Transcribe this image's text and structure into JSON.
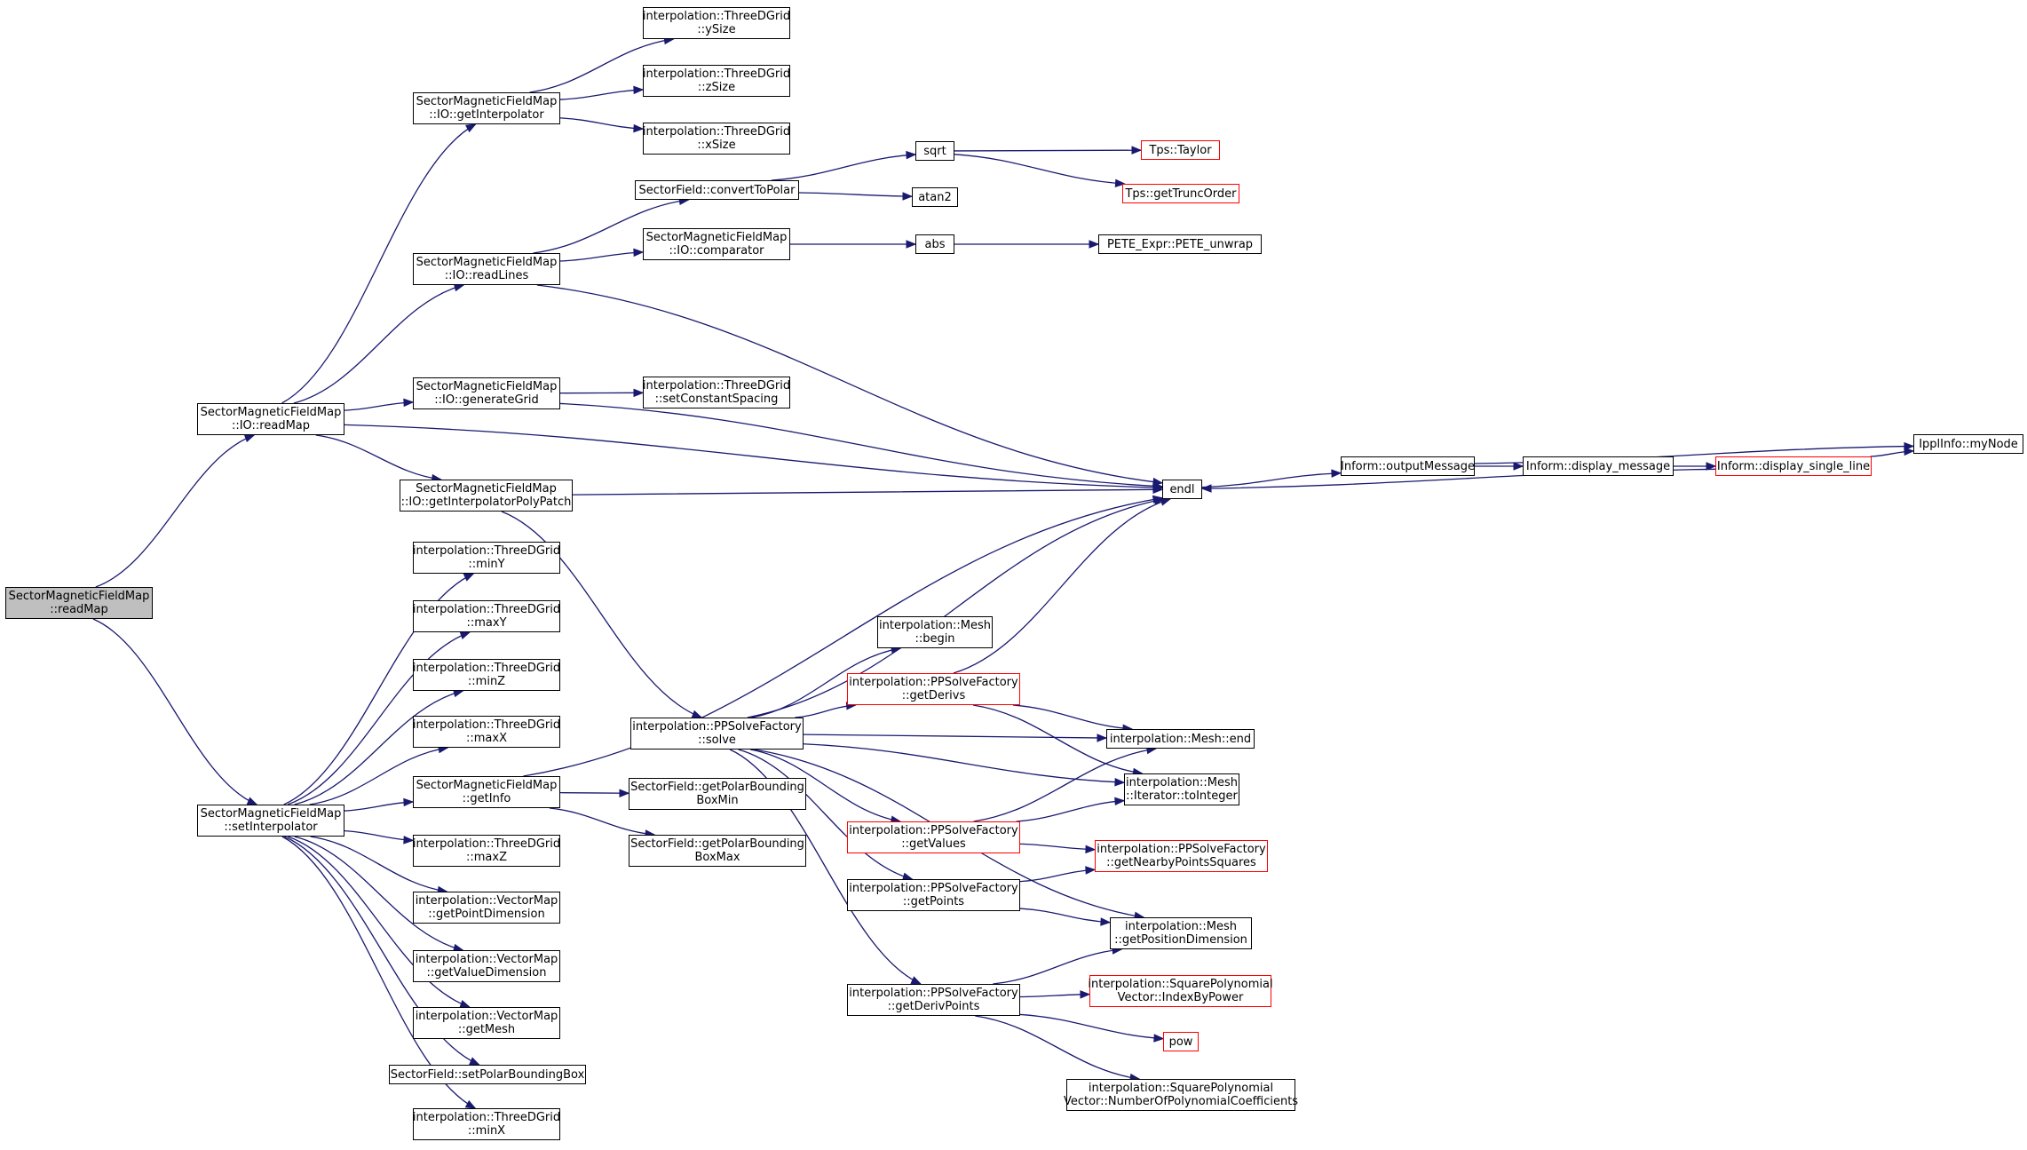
{
  "colors": {
    "edge": "#191970",
    "root_fill": "#bfbfbf",
    "border": "#000000",
    "truncated_border": "#ff0000"
  },
  "nodes": [
    {
      "id": "root",
      "lines": [
        "SectorMagneticFieldMap",
        "::readMap"
      ],
      "style": "root"
    },
    {
      "id": "io_readMap",
      "lines": [
        "SectorMagneticFieldMap",
        "::IO::readMap"
      ],
      "style": "normal"
    },
    {
      "id": "setInterpolator",
      "lines": [
        "SectorMagneticFieldMap",
        "::setInterpolator"
      ],
      "style": "normal"
    },
    {
      "id": "io_getInterpolator",
      "lines": [
        "SectorMagneticFieldMap",
        "::IO::getInterpolator"
      ],
      "style": "normal"
    },
    {
      "id": "io_readLines",
      "lines": [
        "SectorMagneticFieldMap",
        "::IO::readLines"
      ],
      "style": "normal"
    },
    {
      "id": "io_generateGrid",
      "lines": [
        "SectorMagneticFieldMap",
        "::IO::generateGrid"
      ],
      "style": "normal"
    },
    {
      "id": "io_getInterpolatorPolyPatch",
      "lines": [
        "SectorMagneticFieldMap",
        "::IO::getInterpolatorPolyPatch"
      ],
      "style": "normal"
    },
    {
      "id": "tdg_minY",
      "lines": [
        "interpolation::ThreeDGrid",
        "::minY"
      ],
      "style": "normal"
    },
    {
      "id": "tdg_maxY",
      "lines": [
        "interpolation::ThreeDGrid",
        "::maxY"
      ],
      "style": "normal"
    },
    {
      "id": "tdg_minZ",
      "lines": [
        "interpolation::ThreeDGrid",
        "::minZ"
      ],
      "style": "normal"
    },
    {
      "id": "tdg_maxX",
      "lines": [
        "interpolation::ThreeDGrid",
        "::maxX"
      ],
      "style": "normal"
    },
    {
      "id": "getInfo",
      "lines": [
        "SectorMagneticFieldMap",
        "::getInfo"
      ],
      "style": "normal"
    },
    {
      "id": "tdg_maxZ",
      "lines": [
        "interpolation::ThreeDGrid",
        "::maxZ"
      ],
      "style": "normal"
    },
    {
      "id": "vm_getPointDimension",
      "lines": [
        "interpolation::VectorMap",
        "::getPointDimension"
      ],
      "style": "normal"
    },
    {
      "id": "vm_getValueDimension",
      "lines": [
        "interpolation::VectorMap",
        "::getValueDimension"
      ],
      "style": "normal"
    },
    {
      "id": "vm_getMesh",
      "lines": [
        "interpolation::VectorMap",
        "::getMesh"
      ],
      "style": "normal"
    },
    {
      "id": "sf_setPolarBoundingBox",
      "lines": [
        "SectorField::setPolarBoundingBox"
      ],
      "style": "normal"
    },
    {
      "id": "tdg_minX",
      "lines": [
        "interpolation::ThreeDGrid",
        "::minX"
      ],
      "style": "normal"
    },
    {
      "id": "tdg_ySize",
      "lines": [
        "interpolation::ThreeDGrid",
        "::ySize"
      ],
      "style": "normal"
    },
    {
      "id": "tdg_zSize",
      "lines": [
        "interpolation::ThreeDGrid",
        "::zSize"
      ],
      "style": "normal"
    },
    {
      "id": "tdg_xSize",
      "lines": [
        "interpolation::ThreeDGrid",
        "::xSize"
      ],
      "style": "normal"
    },
    {
      "id": "sf_convertToPolar",
      "lines": [
        "SectorField::convertToPolar"
      ],
      "style": "normal"
    },
    {
      "id": "io_comparator",
      "lines": [
        "SectorMagneticFieldMap",
        "::IO::comparator"
      ],
      "style": "normal"
    },
    {
      "id": "tdg_setConstantSpacing",
      "lines": [
        "interpolation::ThreeDGrid",
        "::setConstantSpacing"
      ],
      "style": "normal"
    },
    {
      "id": "pps_solve",
      "lines": [
        "interpolation::PPSolveFactory",
        "::solve"
      ],
      "style": "normal"
    },
    {
      "id": "sf_getPolarBoundingBoxMin",
      "lines": [
        "SectorField::getPolarBounding",
        "BoxMin"
      ],
      "style": "normal"
    },
    {
      "id": "sf_getPolarBoundingBoxMax",
      "lines": [
        "SectorField::getPolarBounding",
        "BoxMax"
      ],
      "style": "normal"
    },
    {
      "id": "sqrt",
      "lines": [
        "sqrt"
      ],
      "style": "normal"
    },
    {
      "id": "atan2",
      "lines": [
        "atan2"
      ],
      "style": "normal"
    },
    {
      "id": "abs",
      "lines": [
        "abs"
      ],
      "style": "normal"
    },
    {
      "id": "mesh_begin",
      "lines": [
        "interpolation::Mesh",
        "::begin"
      ],
      "style": "normal"
    },
    {
      "id": "pps_getDerivs",
      "lines": [
        "interpolation::PPSolveFactory",
        "::getDerivs"
      ],
      "style": "red"
    },
    {
      "id": "pps_getValues",
      "lines": [
        "interpolation::PPSolveFactory",
        "::getValues"
      ],
      "style": "red"
    },
    {
      "id": "pps_getPoints",
      "lines": [
        "interpolation::PPSolveFactory",
        "::getPoints"
      ],
      "style": "normal"
    },
    {
      "id": "pps_getDerivPoints",
      "lines": [
        "interpolation::PPSolveFactory",
        "::getDerivPoints"
      ],
      "style": "normal"
    },
    {
      "id": "tps_taylor",
      "lines": [
        "Tps::Taylor"
      ],
      "style": "red"
    },
    {
      "id": "tps_getTruncOrder",
      "lines": [
        "Tps::getTruncOrder"
      ],
      "style": "red"
    },
    {
      "id": "pete_unwrap",
      "lines": [
        "PETE_Expr::PETE_unwrap"
      ],
      "style": "normal"
    },
    {
      "id": "endl",
      "lines": [
        "endl"
      ],
      "style": "normal"
    },
    {
      "id": "mesh_end",
      "lines": [
        "interpolation::Mesh::end"
      ],
      "style": "normal"
    },
    {
      "id": "mesh_iterator_toInteger",
      "lines": [
        "interpolation::Mesh",
        "::Iterator::toInteger"
      ],
      "style": "normal"
    },
    {
      "id": "pps_getNearbyPointsSquares",
      "lines": [
        "interpolation::PPSolveFactory",
        "::getNearbyPointsSquares"
      ],
      "style": "red"
    },
    {
      "id": "mesh_getPositionDimension",
      "lines": [
        "interpolation::Mesh",
        "::getPositionDimension"
      ],
      "style": "normal"
    },
    {
      "id": "spv_indexByPower",
      "lines": [
        "interpolation::SquarePolynomial",
        "Vector::IndexByPower"
      ],
      "style": "red"
    },
    {
      "id": "pow",
      "lines": [
        "pow"
      ],
      "style": "red"
    },
    {
      "id": "spv_numberOfPolynomialCoefficients",
      "lines": [
        "interpolation::SquarePolynomial",
        "Vector::NumberOfPolynomialCoefficients"
      ],
      "style": "normal"
    },
    {
      "id": "inform_outputMessage",
      "lines": [
        "Inform::outputMessage"
      ],
      "style": "normal"
    },
    {
      "id": "inform_display_message",
      "lines": [
        "Inform::display_message"
      ],
      "style": "normal"
    },
    {
      "id": "inform_display_single_line",
      "lines": [
        "Inform::display_single_line"
      ],
      "style": "red"
    },
    {
      "id": "ippl_myNode",
      "lines": [
        "IpplInfo::myNode"
      ],
      "style": "normal"
    }
  ],
  "edges": [
    [
      "root",
      "io_readMap"
    ],
    [
      "root",
      "setInterpolator"
    ],
    [
      "io_readMap",
      "io_getInterpolator"
    ],
    [
      "io_readMap",
      "io_readLines"
    ],
    [
      "io_readMap",
      "io_generateGrid"
    ],
    [
      "io_readMap",
      "endl"
    ],
    [
      "io_readMap",
      "io_getInterpolatorPolyPatch"
    ],
    [
      "io_getInterpolator",
      "tdg_ySize"
    ],
    [
      "io_getInterpolator",
      "tdg_zSize"
    ],
    [
      "io_getInterpolator",
      "tdg_xSize"
    ],
    [
      "io_readLines",
      "sf_convertToPolar"
    ],
    [
      "io_readLines",
      "io_comparator"
    ],
    [
      "io_readLines",
      "endl"
    ],
    [
      "sf_convertToPolar",
      "sqrt"
    ],
    [
      "sf_convertToPolar",
      "atan2"
    ],
    [
      "sqrt",
      "tps_taylor"
    ],
    [
      "sqrt",
      "tps_getTruncOrder"
    ],
    [
      "io_comparator",
      "abs"
    ],
    [
      "abs",
      "pete_unwrap"
    ],
    [
      "io_generateGrid",
      "tdg_setConstantSpacing"
    ],
    [
      "io_generateGrid",
      "endl"
    ],
    [
      "io_getInterpolatorPolyPatch",
      "endl"
    ],
    [
      "io_getInterpolatorPolyPatch",
      "pps_solve"
    ],
    [
      "setInterpolator",
      "tdg_minY"
    ],
    [
      "setInterpolator",
      "tdg_maxY"
    ],
    [
      "setInterpolator",
      "tdg_minZ"
    ],
    [
      "setInterpolator",
      "tdg_maxX"
    ],
    [
      "setInterpolator",
      "getInfo"
    ],
    [
      "setInterpolator",
      "tdg_maxZ"
    ],
    [
      "setInterpolator",
      "vm_getPointDimension"
    ],
    [
      "setInterpolator",
      "vm_getValueDimension"
    ],
    [
      "setInterpolator",
      "vm_getMesh"
    ],
    [
      "setInterpolator",
      "sf_setPolarBoundingBox"
    ],
    [
      "setInterpolator",
      "tdg_minX"
    ],
    [
      "getInfo",
      "endl"
    ],
    [
      "getInfo",
      "sf_getPolarBoundingBoxMin"
    ],
    [
      "getInfo",
      "sf_getPolarBoundingBoxMax"
    ],
    [
      "pps_solve",
      "endl"
    ],
    [
      "pps_solve",
      "mesh_begin"
    ],
    [
      "pps_solve",
      "pps_getDerivs"
    ],
    [
      "pps_solve",
      "mesh_end"
    ],
    [
      "pps_solve",
      "mesh_iterator_toInteger"
    ],
    [
      "pps_solve",
      "pps_getValues"
    ],
    [
      "pps_solve",
      "pps_getPoints"
    ],
    [
      "pps_solve",
      "mesh_getPositionDimension"
    ],
    [
      "pps_solve",
      "pps_getDerivPoints"
    ],
    [
      "pps_getDerivs",
      "endl"
    ],
    [
      "pps_getDerivs",
      "mesh_end"
    ],
    [
      "pps_getDerivs",
      "mesh_iterator_toInteger"
    ],
    [
      "pps_getValues",
      "mesh_end"
    ],
    [
      "pps_getValues",
      "mesh_iterator_toInteger"
    ],
    [
      "pps_getValues",
      "pps_getNearbyPointsSquares"
    ],
    [
      "pps_getPoints",
      "pps_getNearbyPointsSquares"
    ],
    [
      "pps_getPoints",
      "mesh_getPositionDimension"
    ],
    [
      "pps_getDerivPoints",
      "mesh_getPositionDimension"
    ],
    [
      "pps_getDerivPoints",
      "spv_indexByPower"
    ],
    [
      "pps_getDerivPoints",
      "pow"
    ],
    [
      "pps_getDerivPoints",
      "spv_numberOfPolynomialCoefficients"
    ],
    [
      "endl",
      "inform_outputMessage"
    ],
    [
      "inform_outputMessage",
      "inform_display_message"
    ],
    [
      "inform_outputMessage",
      "ippl_myNode"
    ],
    [
      "inform_display_message",
      "inform_display_single_line"
    ],
    [
      "inform_display_single_line",
      "ippl_myNode"
    ],
    [
      "inform_display_single_line",
      "endl"
    ]
  ]
}
